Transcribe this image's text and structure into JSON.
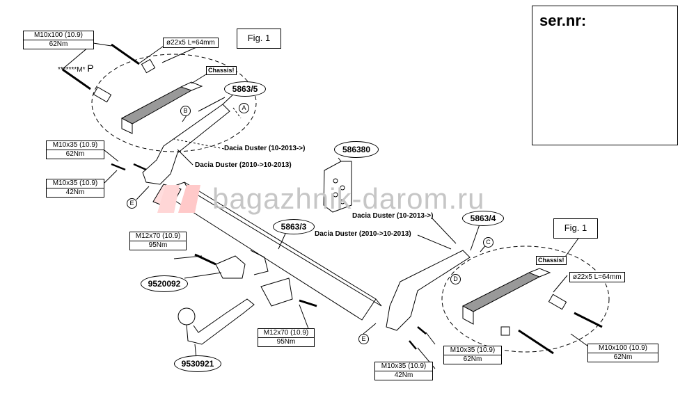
{
  "serial_box": {
    "title": "ser.nr:",
    "plate_text": "*******M*",
    "plate_letter": "P"
  },
  "watermark": "bagazhnik-darom.ru",
  "figure_label": "Fig. 1",
  "chassis_note": "Chassis!",
  "parts": {
    "bracket_left": "5863/5",
    "bracket_right": "5863/4",
    "crossbar": "5863/3",
    "plate": "586380",
    "ball_mount": "9520092",
    "towball": "9530921"
  },
  "bolts": {
    "top_left": {
      "spec": "M10x100 (10.9)",
      "torque": "62Nm"
    },
    "spacer_left": {
      "spec": "ø22x5 L=64mm"
    },
    "mid_left_1": {
      "spec": "M10x35 (10.9)",
      "torque": "62Nm"
    },
    "mid_left_2": {
      "spec": "M10x35 (10.9)",
      "torque": "42Nm"
    },
    "ball_upper": {
      "spec": "M12x70 (10.9)",
      "torque": "95Nm"
    },
    "ball_lower": {
      "spec": "M12x70 (10.9)",
      "torque": "95Nm"
    },
    "bottom_right_1": {
      "spec": "M10x35 (10.9)",
      "torque": "62Nm"
    },
    "bottom_right_2": {
      "spec": "M10x35 (10.9)",
      "torque": "42Nm"
    },
    "spacer_right": {
      "spec": "ø22x5 L=64mm"
    },
    "right_long": {
      "spec": "M10x100 (10.9)",
      "torque": "62Nm"
    }
  },
  "notes": {
    "left_new": "Dacia Duster (10-2013->)",
    "left_old": "Dacia Duster  (2010->10-2013)",
    "right_new": "Dacia Duster (10-2013->)",
    "right_old": "Dacia Duster  (2010->10-2013)"
  },
  "markers": {
    "a": "A",
    "b": "B",
    "c": "C",
    "d": "D",
    "e": "E"
  }
}
